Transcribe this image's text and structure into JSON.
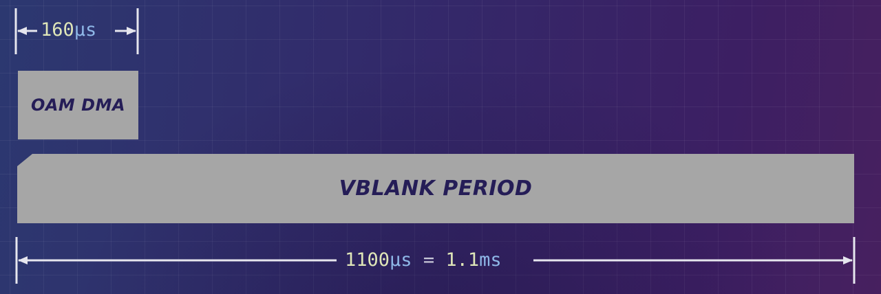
{
  "dimension_oam": {
    "value": "160",
    "unit": "μs"
  },
  "blocks": {
    "oam_dma_label": "OAM DMA",
    "vblank_label": "VBLANK PERIOD"
  },
  "dimension_vblank": {
    "value": "1100",
    "unit": "μs",
    "equals": "=",
    "value2": "1.1",
    "unit2": "ms"
  },
  "colors": {
    "block_fill": "#a6a6a6",
    "block_text": "#251d57",
    "number_text": "#dfe6b8",
    "unit_text": "#8fb8e8",
    "dimension_line": "#e6e6ee"
  }
}
